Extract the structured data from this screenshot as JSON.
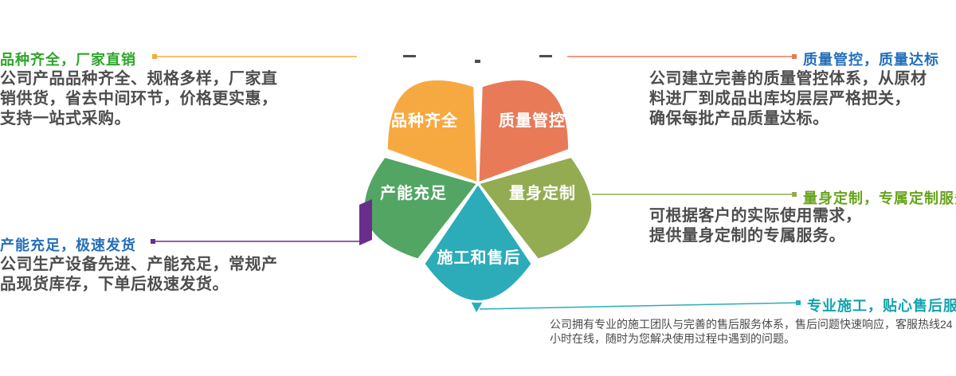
{
  "page": {
    "background": "#ffffff"
  },
  "flower": {
    "label_color": "#ffffff",
    "petals": [
      {
        "label": "品种齐全",
        "color": "#F7A941"
      },
      {
        "label": "质量管控",
        "color": "#E87A58"
      },
      {
        "label": "产能充足",
        "color": "#52A563"
      },
      {
        "label": "量身定制",
        "color": "#93AC52"
      },
      {
        "label": "施工和售后",
        "color": "#2CACB8"
      }
    ]
  },
  "text": {
    "body_color": "#4D4D4D",
    "note_color": "#4A4A4A",
    "tick_color": "#4D4D4D"
  },
  "callouts": {
    "variety": {
      "heading": "品种齐全，厂家直销",
      "heading_color": "#2EA52B",
      "line_color": "#F7A941",
      "body": [
        "公司产品品种齐全、规格多样，厂家直",
        "销供货，省去中间环节，价格更实惠，",
        "支持一站式采购。"
      ]
    },
    "quality": {
      "heading": "质量管控，质量达标",
      "heading_color": "#256FB8",
      "line_color": "#E87A58",
      "body": [
        "公司建立完善的质量管控体系，从原材",
        "料进厂到成品出库均层层严格把关，",
        "确保每批产品质量达标。"
      ]
    },
    "custom": {
      "heading": "量身定制，专属定制服务",
      "heading_color": "#67A41D",
      "line_color": "#93AC52",
      "body": [
        "可根据客户的实际使用需求，",
        "提供量身定制的专属服务。"
      ]
    },
    "capacity": {
      "heading": "产能充足，极速发货",
      "heading_color": "#256FB8",
      "line_color": "#6B2D8B",
      "body": [
        "公司生产设备先进、产能充足，常规产",
        "品现货库存，下单后极速发货。"
      ]
    },
    "service": {
      "heading": "专业施工，贴心售后服务",
      "heading_color": "#11A3AC",
      "line_color": "#2CACB8",
      "body": [
        "公司拥有专业的施工团队与完善的售后服务体系，售后问题快速响应，客服热线24",
        "小时在线，随时为您解决使用过程中遇到的问题。"
      ]
    }
  }
}
